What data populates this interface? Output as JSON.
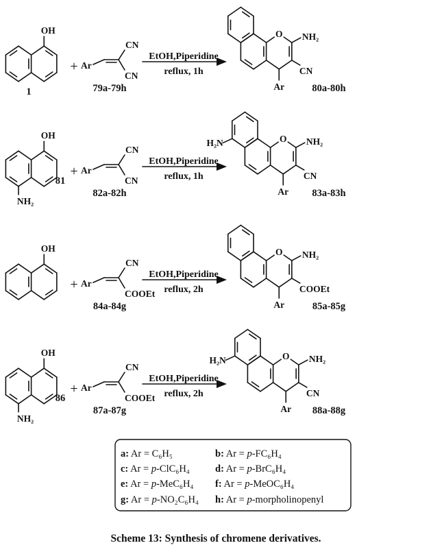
{
  "labels": {
    "oh": "OH",
    "nh2": "NH₂",
    "h2n": "H₂N",
    "ar": "Ar",
    "o": "O",
    "plus": "+"
  },
  "rows": [
    {
      "start_label": "1",
      "start_amino": false,
      "reagent_top": "CN",
      "reagent_bottom": "CN",
      "reagent_label": "79a-79h",
      "cond1": "EtOH,Piperidine",
      "cond2": "reflux, 1h",
      "product_sub": "CN",
      "product_amino": false,
      "product_label": "80a-80h"
    },
    {
      "start_label": "81",
      "start_amino": true,
      "reagent_top": "CN",
      "reagent_bottom": "CN",
      "reagent_label": "82a-82h",
      "cond1": "EtOH,Piperidine",
      "cond2": "reflux, 1h",
      "product_sub": "CN",
      "product_amino": true,
      "product_label": "83a-83h"
    },
    {
      "start_label": "",
      "start_amino": false,
      "reagent_top": "CN",
      "reagent_bottom": "COOEt",
      "reagent_label": "84a-84g",
      "cond1": "EtOH,Piperidine",
      "cond2": "reflux, 2h",
      "product_sub": "COOEt",
      "product_amino": false,
      "product_label": "85a-85g"
    },
    {
      "start_label": "86",
      "start_amino": true,
      "reagent_top": "CN",
      "reagent_bottom": "COOEt",
      "reagent_label": "87a-87g",
      "cond1": "EtOH,Piperidine",
      "cond2": "reflux, 2h",
      "product_sub": "CN",
      "product_amino": true,
      "product_label": "88a-88g"
    }
  ],
  "legend": [
    {
      "key": "a:",
      "pre": " Ar = C₆H₅",
      "ital": "",
      "post": ""
    },
    {
      "key": "b:",
      "pre": " Ar = ",
      "ital": "p",
      "post": "-FC₆H₄"
    },
    {
      "key": "c:",
      "pre": " Ar = ",
      "ital": "p",
      "post": "-ClC₆H₄"
    },
    {
      "key": "d:",
      "pre": " Ar = ",
      "ital": "p",
      "post": "-BrC₆H₄"
    },
    {
      "key": "e:",
      "pre": " Ar = ",
      "ital": "p",
      "post": "-MeC₆H₄"
    },
    {
      "key": "f:",
      "pre": " Ar = ",
      "ital": "p",
      "post": "-MeOC₆H₄"
    },
    {
      "key": "g:",
      "pre": " Ar = ",
      "ital": "p",
      "post": "-NO₂C₆H₄"
    },
    {
      "key": "h:",
      "pre": " Ar = ",
      "ital": "p",
      "post": "-morpholinopenyl"
    }
  ],
  "caption": "Scheme 13: Synthesis of chromene derivatives."
}
